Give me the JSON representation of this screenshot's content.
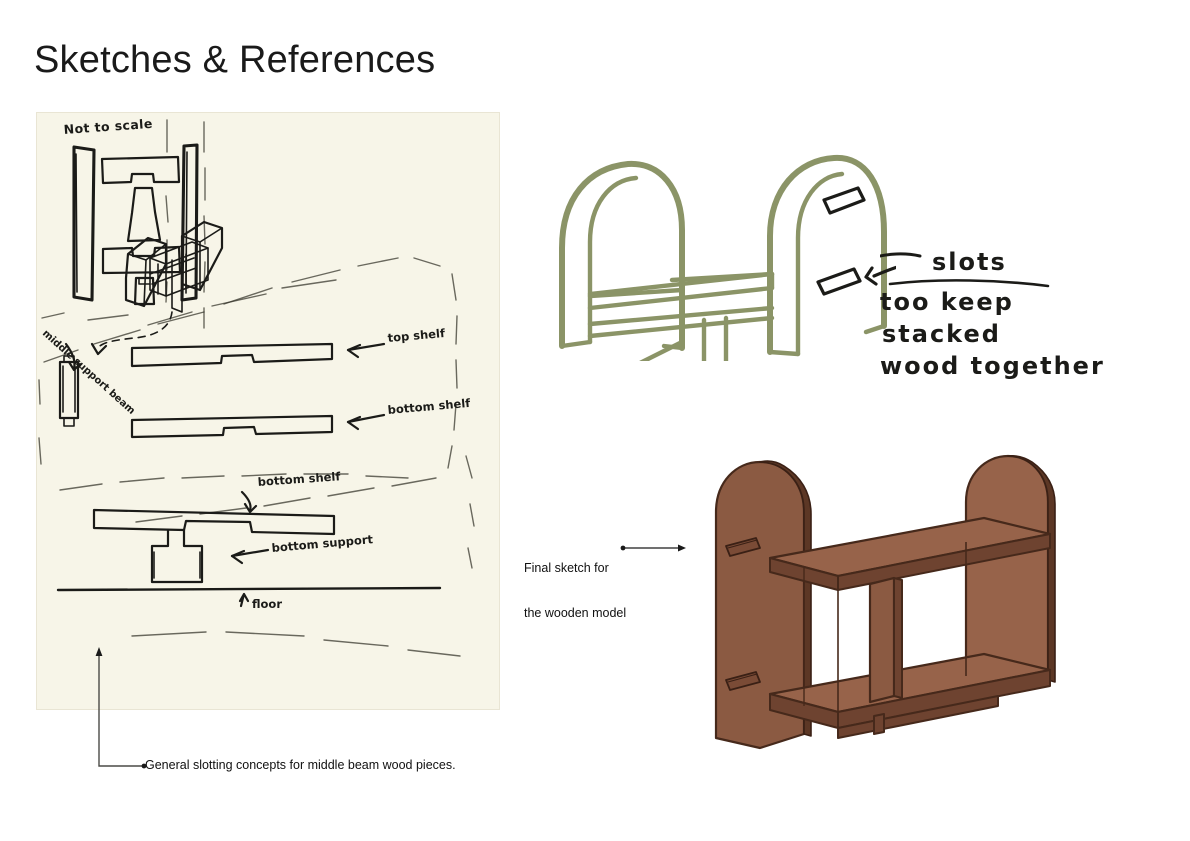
{
  "page": {
    "title": "Sketches & References",
    "background_color": "#ffffff"
  },
  "colors": {
    "paper": "#F7F5E8",
    "ink": "#1a1a1a",
    "green_sketch": "#8B9467",
    "wood_light": "#9C6146",
    "wood_mid": "#8B5A42",
    "wood_dark": "#46291B",
    "annotation": "#111111"
  },
  "sketch_paper": {
    "name": "pencil-sketch-page",
    "labels": {
      "not_to_scale": "Not to scale",
      "middle_support_beam": "middle support beam",
      "top_shelf": "top shelf",
      "bottom_shelf": "bottom shelf",
      "bottom_shelf_2": "bottom shelf",
      "bottom_support": "bottom support",
      "floor": "floor"
    }
  },
  "green_sketch": {
    "name": "green-line-bookshelf-sketch",
    "slot_count": 2
  },
  "handwritten_note": {
    "line1": "slots",
    "line2": "too keep",
    "line3": "stacked",
    "line4": "wood together",
    "line1_underlined": true
  },
  "wood_model": {
    "name": "brown-rendered-bookshelf",
    "shelves": 2,
    "divider": 1,
    "slots": 2
  },
  "annotations": {
    "final_sketch": {
      "line1": "Final sketch for",
      "line2": "the wooden model"
    },
    "general_slotting": "General slotting concepts for middle beam wood pieces."
  }
}
